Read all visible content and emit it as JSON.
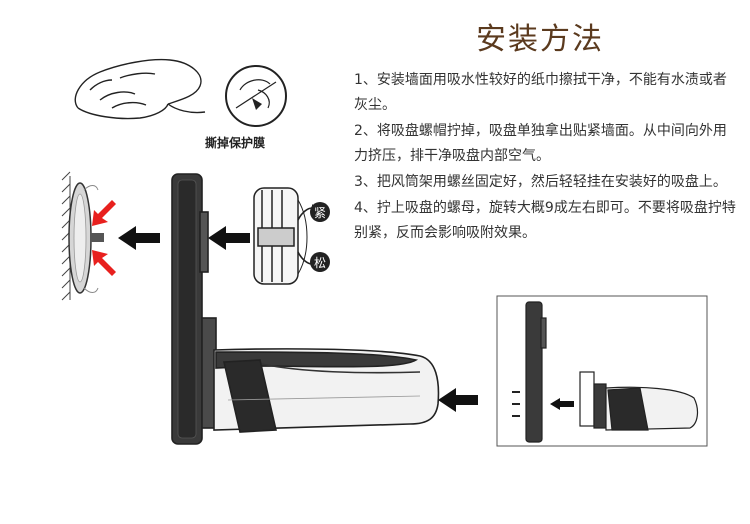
{
  "title": "安装方法",
  "steps": [
    "1、安装墙面用吸水性较好的纸巾擦拭干净，不能有水渍或者灰尘。",
    "2、将吸盘螺帽拧掉，吸盘单独拿出贴紧墙面。从中间向外用力挤压，排干净吸盘内部空气。",
    "3、把风筒架用螺丝固定好，然后轻轻挂在安装好的吸盘上。",
    "4、拧上吸盘的螺母，旋转大概9成左右即可。不要将吸盘拧特别紧，反而会影响吸附效果。"
  ],
  "illustration": {
    "peel_label": "撕掉保护膜",
    "tighten_label": "紧",
    "loosen_label": "松"
  },
  "colors": {
    "title": "#5b3a1e",
    "body_text": "#333333",
    "red_arrow": "#e8201e",
    "black_arrow": "#111111"
  }
}
